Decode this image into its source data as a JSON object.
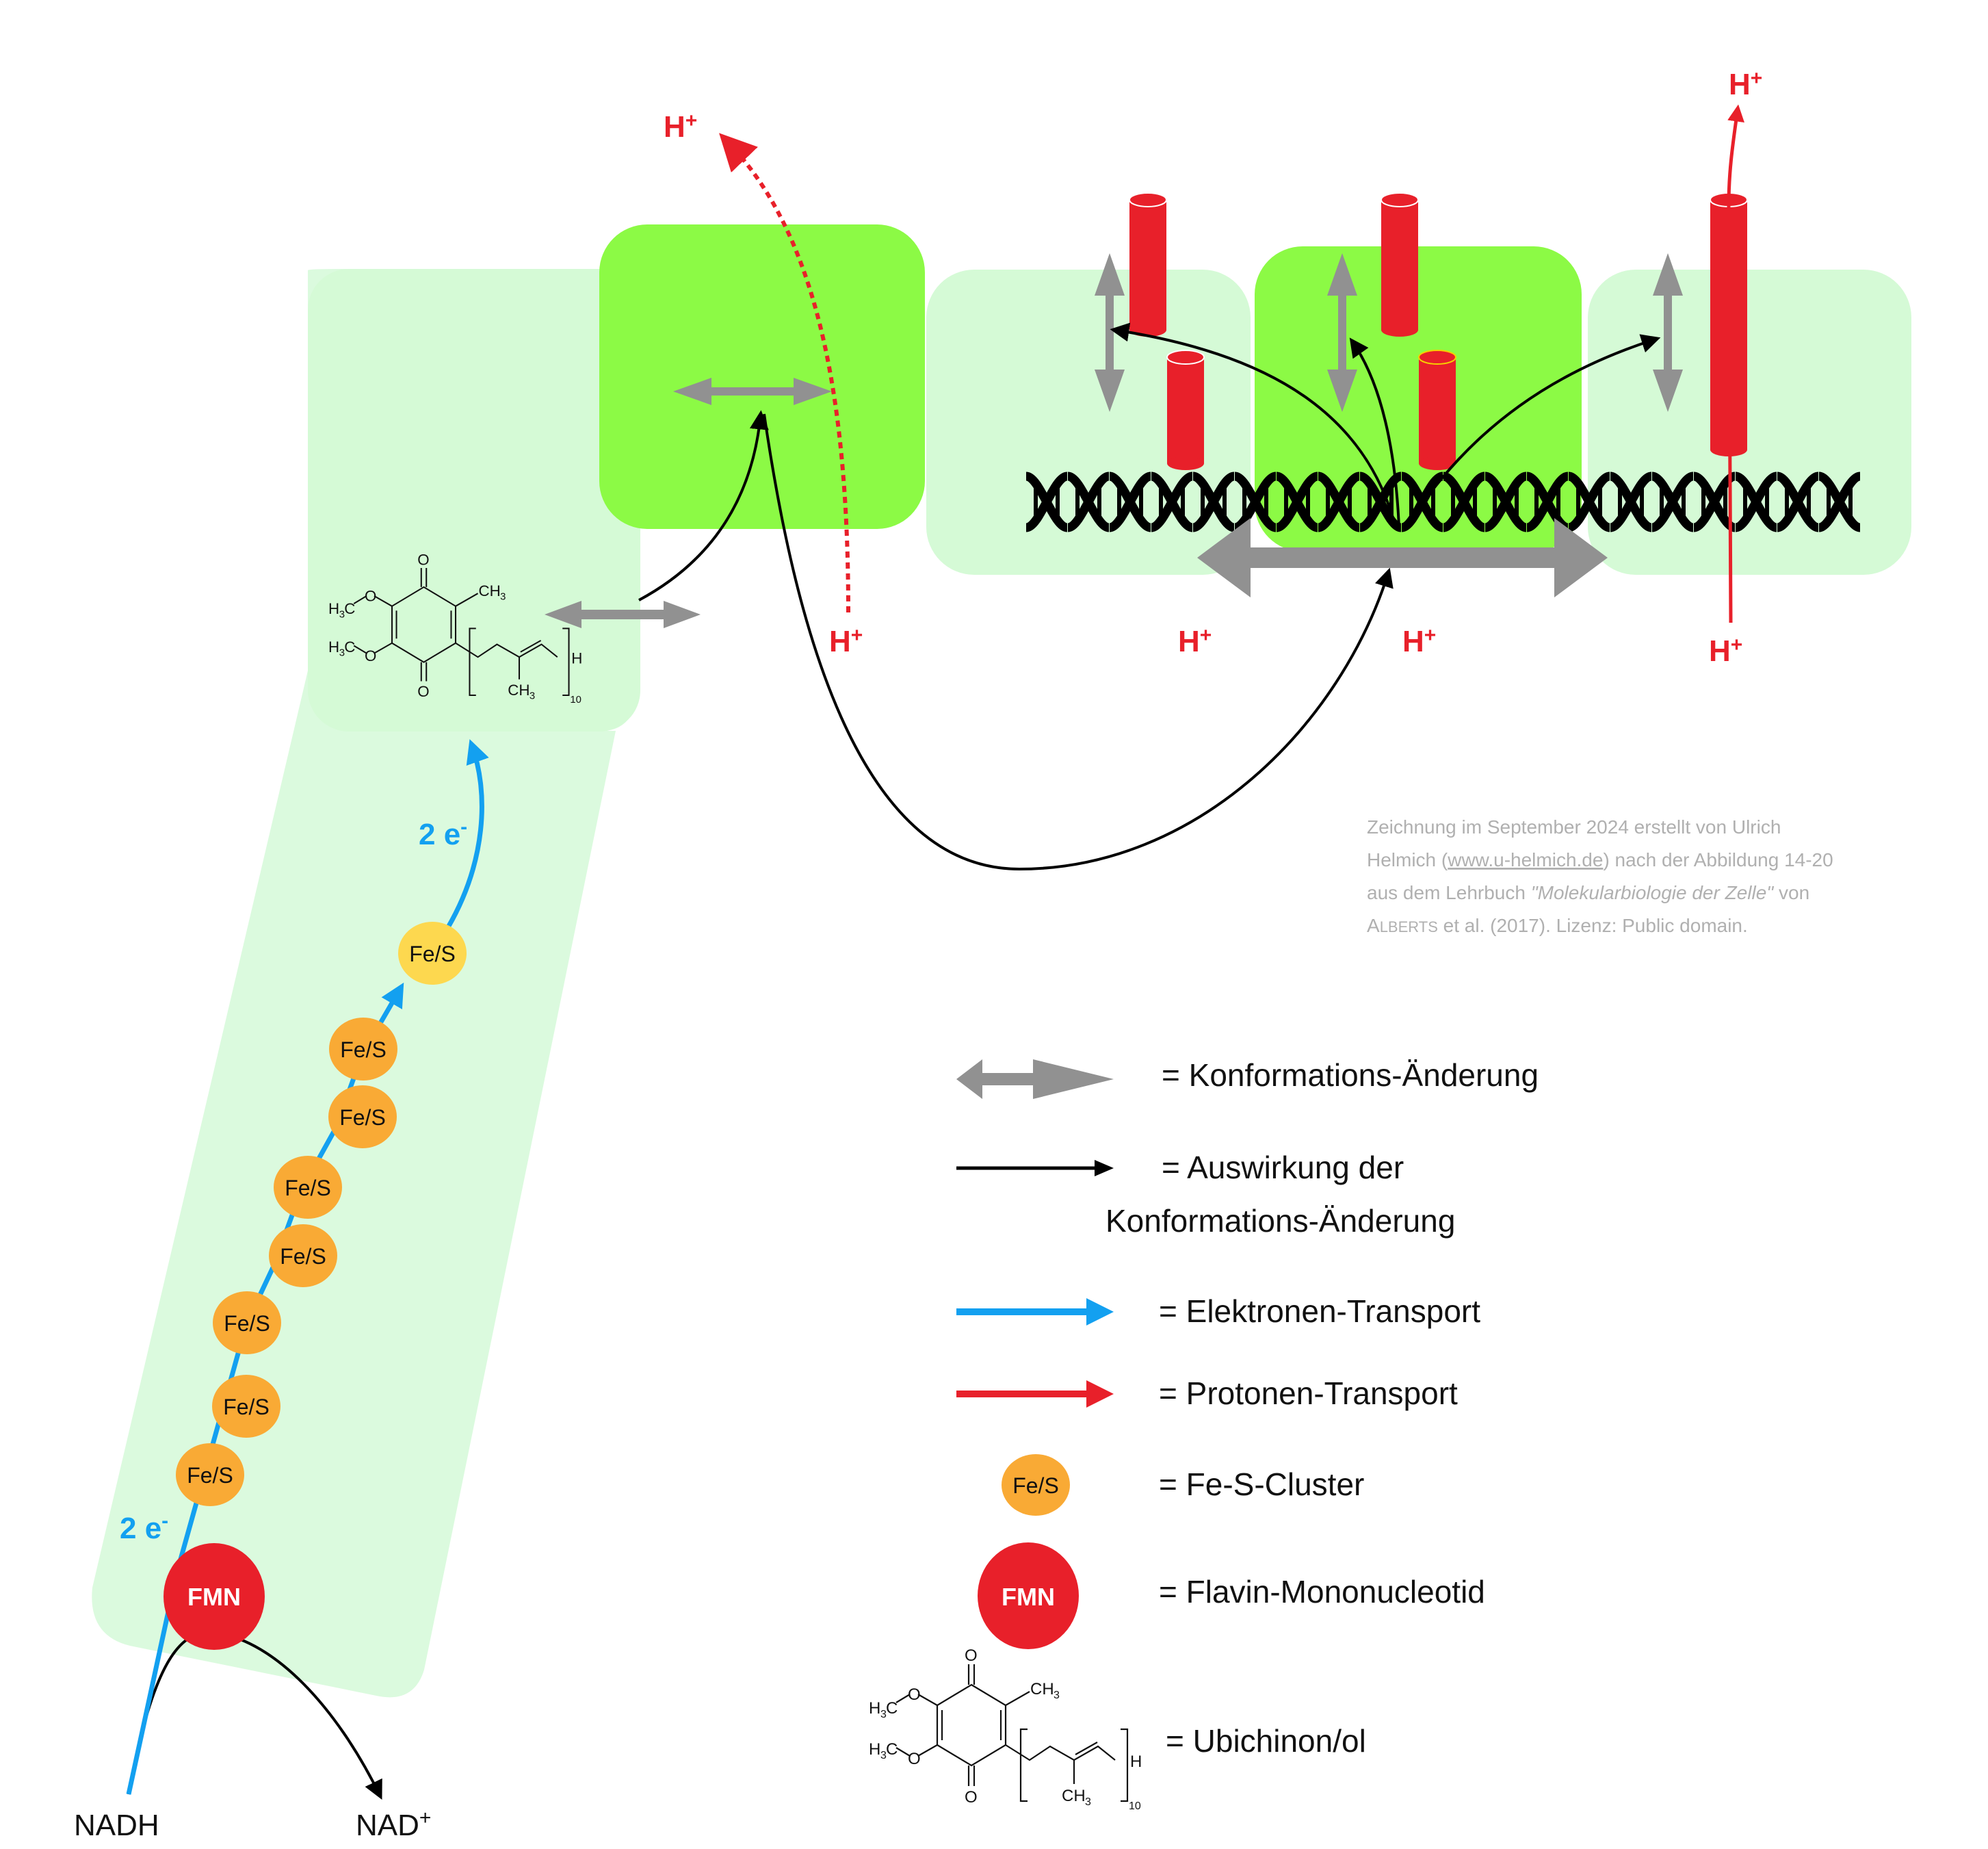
{
  "diagram": {
    "title": "Komplex I (NADH-Dehydrogenase) – Konformationsänderung und Protonentransport",
    "labels": {
      "proton": "H+",
      "proton_base": "H",
      "proton_sup": "+",
      "electrons": "2 e",
      "electrons_sup": "-",
      "nadh": "NADH",
      "nad": "NAD",
      "nad_sup": "+",
      "fmn": "FMN",
      "fes": "Fe/S"
    },
    "fes_cluster_count": 8,
    "fes_clusters": [
      {
        "label": "Fe/S",
        "color": "#f9aa35"
      },
      {
        "label": "Fe/S",
        "color": "#f9aa35"
      },
      {
        "label": "Fe/S",
        "color": "#f9aa35"
      },
      {
        "label": "Fe/S",
        "color": "#f9aa35"
      },
      {
        "label": "Fe/S",
        "color": "#f9aa35"
      },
      {
        "label": "Fe/S",
        "color": "#f9aa35"
      },
      {
        "label": "Fe/S",
        "color": "#f9aa35"
      },
      {
        "label": "Fe/S",
        "color": "#fdd84f"
      }
    ],
    "ubiquinone": {
      "o_top": "O",
      "o_bottom": "O",
      "ch3_ring": "CH",
      "ch3_chain": "CH",
      "sub3": "3",
      "h3c_1": "H",
      "h3c_c": "C",
      "o_methoxy": "O",
      "h_end": "H",
      "repeat": "10"
    }
  },
  "credit": {
    "line1": "Zeichnung im September 2024 erstellt von Ulrich",
    "line2_pre": "Helmich (",
    "line2_link": "www.u-helmich.de",
    "line2_post": ") nach der Abbildung 14-20",
    "line3_pre": "aus dem Lehrbuch ",
    "line3_italic": "\"Molekularbiologie der Zelle\"",
    "line3_post": " von",
    "line4_smallcaps_A": "A",
    "line4_smallcaps_rest": "LBERTS",
    "line4_post": " et al. (2017). Lizenz: Public domain."
  },
  "legend": {
    "items": [
      {
        "key": "conformation",
        "text": "= Konformations-Änderung"
      },
      {
        "key": "effect",
        "text": "= Auswirkung der",
        "text2": "Konformations-Änderung"
      },
      {
        "key": "electron",
        "text": "= Elektronen-Transport"
      },
      {
        "key": "proton",
        "text": "= Protonen-Transport"
      },
      {
        "key": "fes",
        "text": "= Fe-S-Cluster"
      },
      {
        "key": "fmn",
        "text": "= Flavin-Mononucleotid"
      },
      {
        "key": "ubiquinone",
        "text": "= Ubichinon/ol"
      }
    ]
  },
  "colors": {
    "light_green": "#d5fad6",
    "bright_green": "#8cfa45",
    "gray_arrow": "#919191",
    "red": "#e8202a",
    "blue": "#13a0f0",
    "fes_orange": "#f9aa35",
    "fes_yellow": "#fdd84f",
    "credit_gray": "#b0b0b0"
  }
}
